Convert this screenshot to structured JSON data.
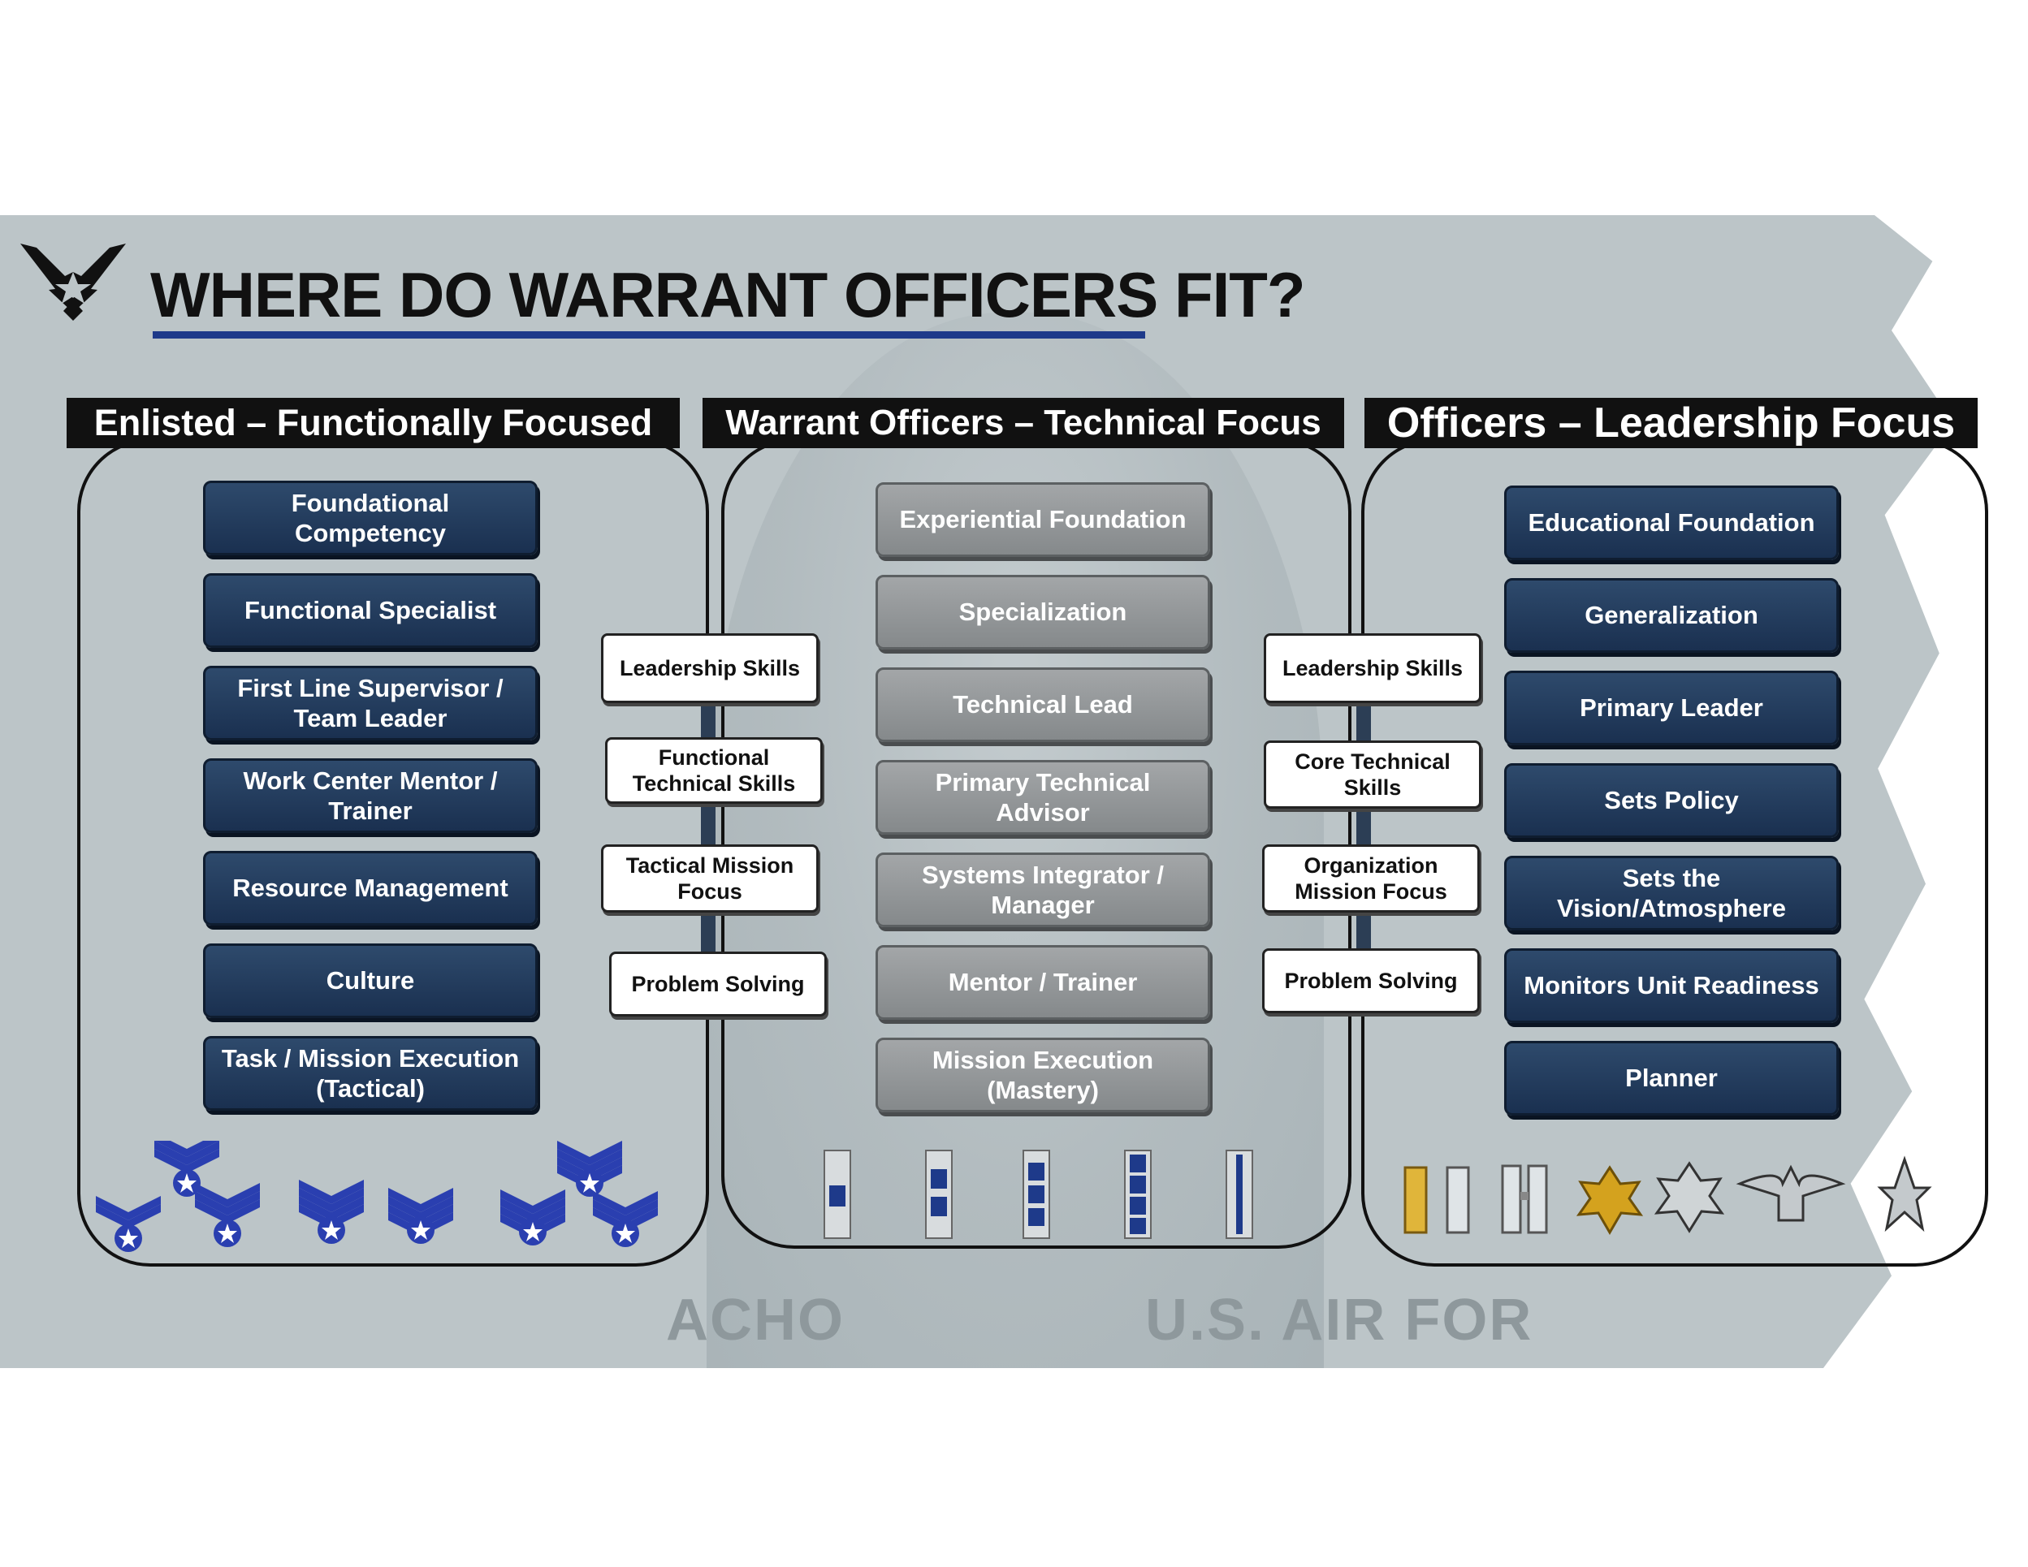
{
  "title": "WHERE DO WARRANT OFFICERS FIT?",
  "columns": {
    "enlisted": {
      "header": "Enlisted – Functionally Focused",
      "items": [
        "Foundational Competency",
        "Functional Specialist",
        "First Line Supervisor / Team Leader",
        "Work Center Mentor / Trainer",
        "Resource Management",
        "Culture",
        "Task / Mission Execution (Tactical)"
      ]
    },
    "warrant": {
      "header": "Warrant Officers – Technical Focus",
      "items": [
        "Experiential Foundation",
        "Specialization",
        "Technical Lead",
        "Primary Technical Advisor",
        "Systems Integrator / Manager",
        "Mentor / Trainer",
        "Mission Execution (Mastery)"
      ]
    },
    "officers": {
      "header": "Officers – Leadership Focus",
      "items": [
        "Educational Foundation",
        "Generalization",
        "Primary Leader",
        "Sets Policy",
        "Sets the Vision/Atmosphere",
        "Monitors Unit Readiness",
        "Planner"
      ]
    }
  },
  "bridges": {
    "left": [
      "Leadership Skills",
      "Functional Technical Skills",
      "Tactical Mission Focus",
      "Problem Solving"
    ],
    "right": [
      "Leadership Skills",
      "Core Technical Skills",
      "Organization Mission Focus",
      "Problem Solving"
    ]
  },
  "background_text": [
    "ACHO",
    "U.S. AIR FOR"
  ],
  "icons": {
    "logo": "air-force-wings-icon",
    "enlisted_insignia": [
      "airman-first-class-stripes-icon",
      "senior-airman-stripes-icon",
      "staff-sergeant-stripes-icon",
      "technical-sergeant-stripes-icon",
      "master-sergeant-stripes-icon",
      "senior-master-sergeant-stripes-icon",
      "chief-master-sergeant-stripes-icon"
    ],
    "warrant_insignia": [
      "wo1-bar-icon",
      "cw2-bar-icon",
      "cw3-bar-icon",
      "cw4-bar-icon",
      "cw5-bar-icon"
    ],
    "officer_insignia": [
      "second-lieutenant-bar-icon",
      "first-lieutenant-bar-icon",
      "captain-bars-icon",
      "major-oak-leaf-icon",
      "lieutenant-colonel-oak-leaf-icon",
      "colonel-eagle-icon",
      "brigadier-general-star-icon"
    ]
  },
  "colors": {
    "dark_box": "#1f3656",
    "gray_box": "#8f9395",
    "accent": "#1e3a8a",
    "banner": "#bcc5c8"
  }
}
